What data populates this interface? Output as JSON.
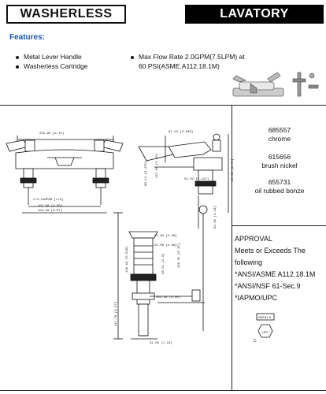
{
  "header": {
    "left_title": "WASHERLESS",
    "right_title": "LAVATORY"
  },
  "features": {
    "heading": "Features:",
    "left": [
      "Metal Lever Handle",
      "Washerless Cartridge"
    ],
    "right": [
      "Max Flow Rate 2.0GPM(7.5LPM) at",
      "60 PSI(ASME.A112.18.1M)"
    ]
  },
  "finishes": [
    {
      "code": "685557",
      "name": "chrome"
    },
    {
      "code": "615656",
      "name": "brush nickel"
    },
    {
      "code": "655731",
      "name": "oil rubbed bonze"
    }
  ],
  "approval": {
    "heading": "APPROVAL",
    "lines": [
      "Meets or Exceeds The",
      "following",
      "*ANSI/ASME A112.18.1M",
      "*ANSI/NSF 61-Sec.9",
      "*IAPMO/UPC"
    ]
  },
  "cert": {
    "nsf": "NSF61-9",
    "c": "C",
    "upc": "UPC"
  },
  "dims": {
    "overall_width": "231.90 [9.13]",
    "thread": "1/2-14NPSM [1/2]",
    "center1": "101.60 [4.00]",
    "center2": "154.00 [6.07]",
    "spout_reach": "97.22 [3.828]",
    "height1": "68.58 [2.70]",
    "height2": "127.00 [5.00]",
    "depth": "54.01 [2.127]",
    "height3": "88.14 [3.470]",
    "d1": "91.00 [3.58]",
    "d2": "140.16 [5.518]",
    "d3": "51.80 [2.04]",
    "d4": "82.05 [3.23]",
    "rod_h": "156.25 [6.15]",
    "popup_h": "58.51 [2.3]",
    "drain_w": "52.80 [2.08]",
    "drain_d": "38.50 [1.52]",
    "tail": "217.76 [8.57]",
    "rod_len": "152.40 [6.00]",
    "bottom": "31.50 [1.24]"
  }
}
